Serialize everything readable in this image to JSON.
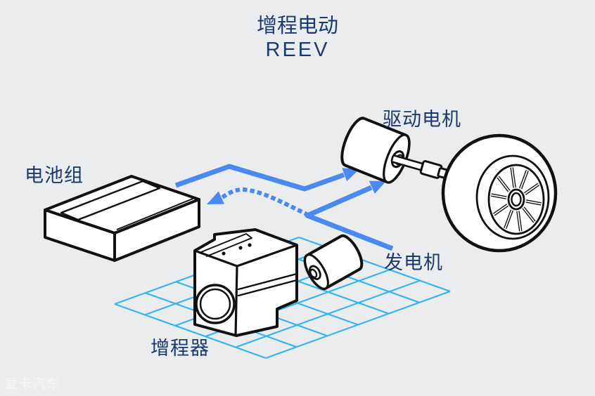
{
  "diagram": {
    "title_line1": "增程电动",
    "title_line2": "REEV",
    "labels": {
      "battery": "电池组",
      "drive_motor": "驱动电机",
      "generator": "发电机",
      "range_extender": "增程器"
    },
    "watermark": "爱卡汽车",
    "arrows": [
      {
        "from": "battery",
        "to": "drive_motor",
        "style": "solid"
      },
      {
        "from": "generator",
        "to": "drive_motor",
        "style": "solid"
      },
      {
        "from": "generator",
        "to": "battery",
        "style": "dotted"
      }
    ],
    "colors": {
      "background": "#ebecee",
      "arrow_blue": "#4a8af0",
      "grid_blue": "#35b3f3",
      "label_navy": "#1a3a6e",
      "outline_black": "#111111",
      "fill_white": "#ffffff"
    }
  }
}
